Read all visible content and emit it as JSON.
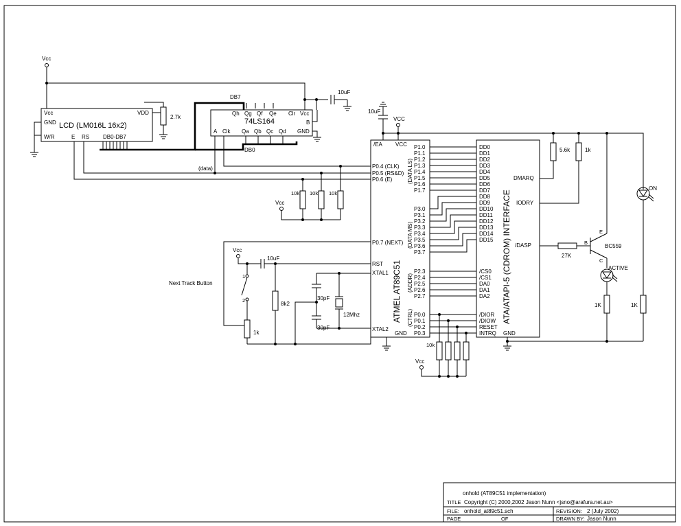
{
  "power": {
    "vcc": "Vcc",
    "vcc_upper": "VCC",
    "gnd": "GND"
  },
  "lcd": {
    "vcc": "Vcc",
    "gnd": "GND",
    "vdd": "VDD",
    "name": "LCD (LM016L 16x2)",
    "wr": "W/R",
    "e": "E",
    "rs": "RS",
    "db": "DB0-DB7"
  },
  "shift_register": {
    "name": "74LS164",
    "pins_top": [
      "Qh",
      "Qg",
      "Qf",
      "Qe",
      "Clr",
      "Vcc"
    ],
    "pins_bottom": [
      "A",
      "Clk",
      "Qa",
      "Qb",
      "Qc",
      "Qd",
      "GND"
    ],
    "b": "B"
  },
  "net_labels": {
    "db7": "DB7",
    "db0": "DB0",
    "data": "(data)"
  },
  "mcu": {
    "name": "ATMEL AT89C51",
    "ea": "/EA",
    "vcc": "VCC",
    "p1": [
      "P1.0",
      "P1.1",
      "P1.2",
      "P1.3",
      "P1.4",
      "P1.5",
      "P1.6",
      "P1.7"
    ],
    "p3": [
      "P3.0",
      "P3.1",
      "P3.2",
      "P3.3",
      "P3.4",
      "P3.5",
      "P3.6",
      "P3.7"
    ],
    "p2": [
      "P2.3",
      "P2.4",
      "P2.5",
      "P2.6",
      "P2.7"
    ],
    "p0": [
      "P0.0",
      "P0.1",
      "P0.2",
      "P0.3"
    ],
    "left": [
      "P0.4 (CLK)",
      "P0.5 (RS&D)",
      "P0.6 (E)",
      "P0.7 (NEXT)",
      "RST",
      "XTAL1",
      "XTAL2",
      "GND"
    ],
    "group_labels": [
      "(DATA LS)",
      "(DATA MS)",
      "(ADDR)",
      "(CTRL)"
    ]
  },
  "ata": {
    "name": "ATA/ATAPI-5 (CDROM) INTERFACE",
    "dd": [
      "DD0",
      "DD1",
      "DD2",
      "DD3",
      "DD4",
      "DD5",
      "DD6",
      "DD7",
      "DD8",
      "DD9",
      "DD10",
      "DD11",
      "DD12",
      "DD13",
      "DD14",
      "DD15"
    ],
    "ctl": [
      "/CS0",
      "/CS1",
      "DA0",
      "DA1",
      "DA2",
      "/DIOR",
      "/DIOW",
      "RESET",
      "INTRQ"
    ],
    "right": [
      "DMARQ",
      "IODRY",
      "/DASP"
    ],
    "gnd": "GND"
  },
  "components": {
    "r_lcd": "2.7k",
    "cap_top": "10uF",
    "cap_ea": "10uF",
    "r_pull": [
      "10k",
      "10k",
      "10k"
    ],
    "cap_rst": "10uF",
    "button": "Next Track Button",
    "button_pins": [
      "1",
      "2"
    ],
    "r_8k2": "8k2",
    "r_1k_btn": "1k",
    "cap_30a": "30pF",
    "cap_30b": "30pF",
    "crystal": "12Mhz",
    "r_bottom": "10k",
    "r_5k6": "5.6k",
    "r_1k_top": "1k",
    "r_27k": "27K",
    "transistor": "BC559",
    "led_on": "ON",
    "led_active": "ACTIVE",
    "r_1k_a": "1K",
    "r_1k_b": "1K",
    "pin_e": "E",
    "pin_b": "B",
    "pin_c": "C"
  },
  "title_block": {
    "heading": "onhold (AT89C51 implementation)",
    "title_label": "TITLE",
    "title": "Copyright (C) 2000,2002 Jason Nunn <jsno@arafura.net.au>",
    "file_label": "FILE:",
    "file": "onhold_at89c51.sch",
    "revision_label": "REVISION:",
    "revision": "2 (July 2002)",
    "page_label": "PAGE",
    "of_label": "OF",
    "drawn_label": "DRAWN BY:",
    "drawn": "Jason Nunn"
  }
}
